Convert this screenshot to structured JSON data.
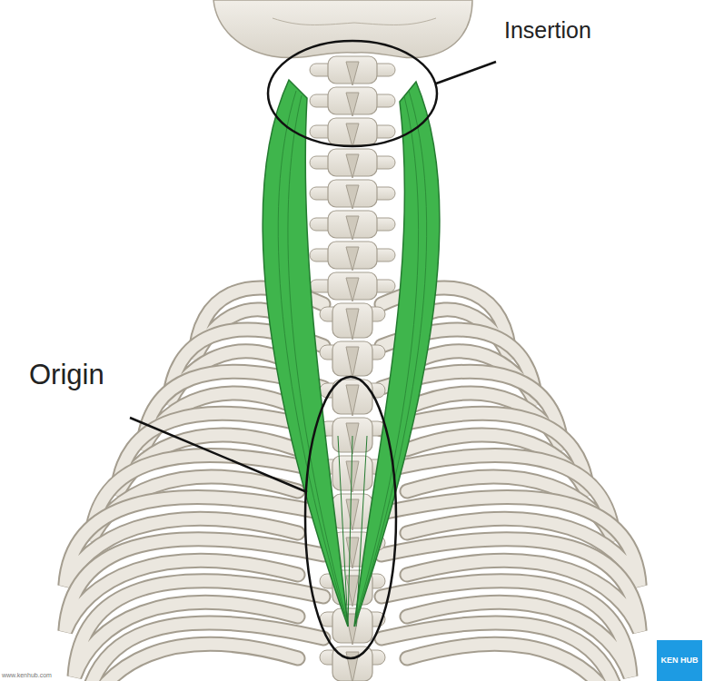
{
  "diagram": {
    "labels": [
      "Insertion",
      "Origin",
      "www.kenhub.com",
      "KEN HUB"
    ]
  }
}
